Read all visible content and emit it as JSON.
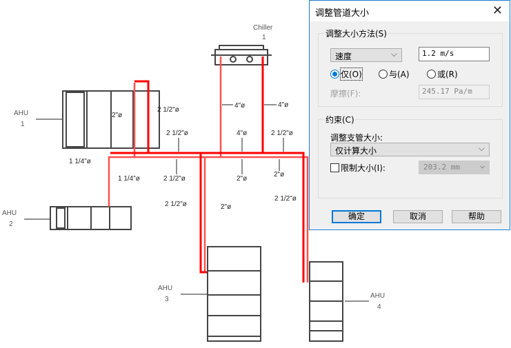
{
  "drawing": {
    "chiller": {
      "name": "Chiller",
      "num": "1"
    },
    "ahu1": {
      "name": "AHU",
      "num": "1"
    },
    "ahu2": {
      "name": "AHU",
      "num": "2"
    },
    "ahu3": {
      "name": "AHU",
      "num": "3"
    },
    "ahu4": {
      "name": "AHU",
      "num": "4"
    },
    "labels": [
      "4\"ø",
      "4\"ø",
      "2\"ø",
      "2 1/2\"ø",
      "2 1/2\"ø",
      "4\"ø",
      "2 1/2\"ø",
      "1 1/4\"ø",
      "1 1/4\"ø",
      "2 1/2\"ø",
      "2\"ø",
      "2\"ø",
      "2 1/2\"ø",
      "2\"ø",
      "2 1/2\"ø"
    ]
  },
  "colors": {
    "supply": "#ff0000",
    "return": "#ff5050",
    "accent": "#0078d7"
  },
  "dialog": {
    "title": "调整管道大小",
    "method_group": "调整大小方法(S)",
    "method_select": "速度",
    "velocity_value": "1.2 m/s",
    "radios": [
      {
        "label": "仅(O)",
        "checked": true
      },
      {
        "label": "与(A)",
        "checked": false
      },
      {
        "label": "或(R)",
        "checked": false
      }
    ],
    "friction_label": "摩擦(F):",
    "friction_value": "245.17 Pa/m",
    "constraint_group": "约束(C)",
    "branch_label": "调整支管大小:",
    "branch_select": "仅计算大小",
    "limit_label": "限制大小(I):",
    "limit_value": "203.2 mm",
    "ok": "确定",
    "cancel": "取消",
    "help": "帮助"
  }
}
